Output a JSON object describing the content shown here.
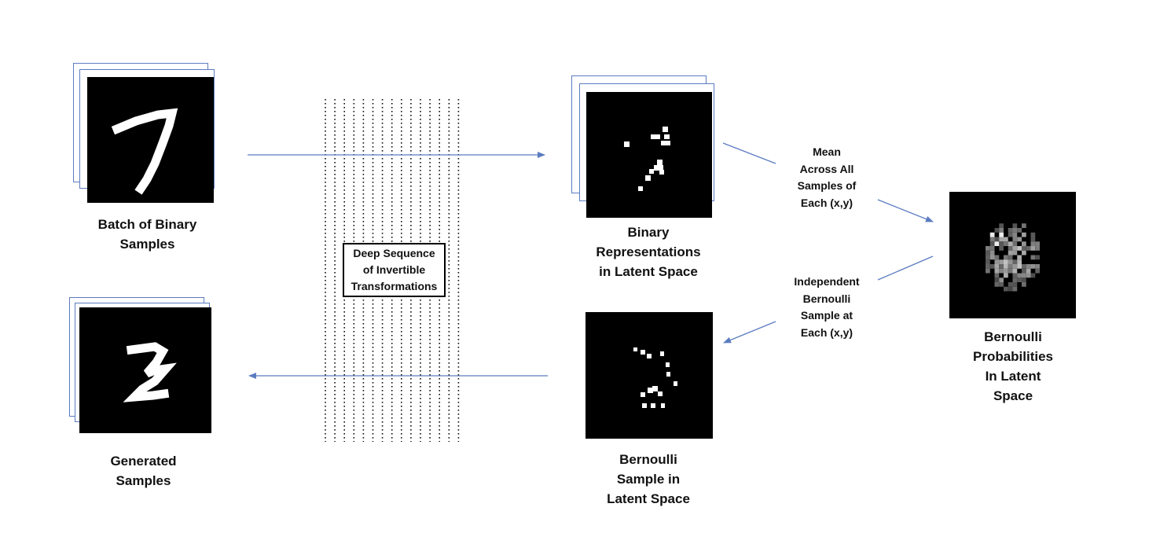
{
  "labels": {
    "batch_line1": "Batch of Binary",
    "batch_line2": "Samples",
    "generated_line1": "Generated",
    "generated_line2": "Samples",
    "binary_rep_line1": "Binary",
    "binary_rep_line2": "Representations",
    "binary_rep_line3": "in Latent Space",
    "bern_sample_line1": "Bernoulli",
    "bern_sample_line2": "Sample in",
    "bern_sample_line3": "Latent Space",
    "bern_prob_line1": "Bernoulli",
    "bern_prob_line2": "Probabilities",
    "bern_prob_line3": "In Latent",
    "bern_prob_line4": "Space",
    "mean_line1": "Mean",
    "mean_line2": "Across All",
    "mean_line3": "Samples of",
    "mean_line4": "Each (x,y)",
    "indep_line1": "Independent",
    "indep_line2": "Bernoulli",
    "indep_line3": "Sample at",
    "indep_line4": "Each (x,y)",
    "deep_line1": "Deep Sequence",
    "deep_line2": "of Invertible",
    "deep_line3": "Transformations"
  },
  "colors": {
    "arrow": "#5b7cc0",
    "frame": "#5b7cc0",
    "image_bg": "#000000"
  },
  "icons": {
    "digit_seven": "handwritten-7-digit",
    "digit_two": "handwritten-2-digit"
  }
}
